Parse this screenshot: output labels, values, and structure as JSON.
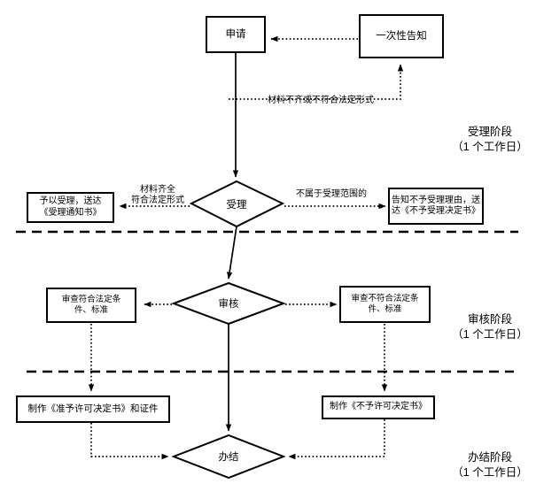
{
  "diagram": {
    "title_nodes": {
      "apply": "申请",
      "one_time_notice": "一次性告知",
      "accept_decision": "受理",
      "accept_yes_box": "予以受理，送达\n《受理通知书》",
      "accept_no_box": "告知不予受理理由，送达《不予受理决定书》",
      "review_decision": "审核",
      "review_pass_box": "审查符合法定条\n件、标准",
      "review_fail_box": "审查不符合法定条\n件、标准",
      "grant_box": "制作《准予许可决定书》和证件",
      "deny_box": "制作《不予许可决定书》",
      "finish_decision": "办结"
    },
    "edge_labels": {
      "incomplete_materials": "材料不齐或不符合法定形式",
      "materials_complete": "材料齐全\n符合法定形式",
      "out_of_scope": "不属于受理范围的"
    },
    "stage_labels": {
      "accept_stage": "受理阶段\n（1 个工作日）",
      "review_stage": "审核阶段\n（1 个工作日）",
      "finish_stage": "办结阶段\n（1 个工作日）"
    },
    "colors": {
      "stroke": "#000000",
      "background": "#ffffff",
      "text": "#000000"
    }
  }
}
